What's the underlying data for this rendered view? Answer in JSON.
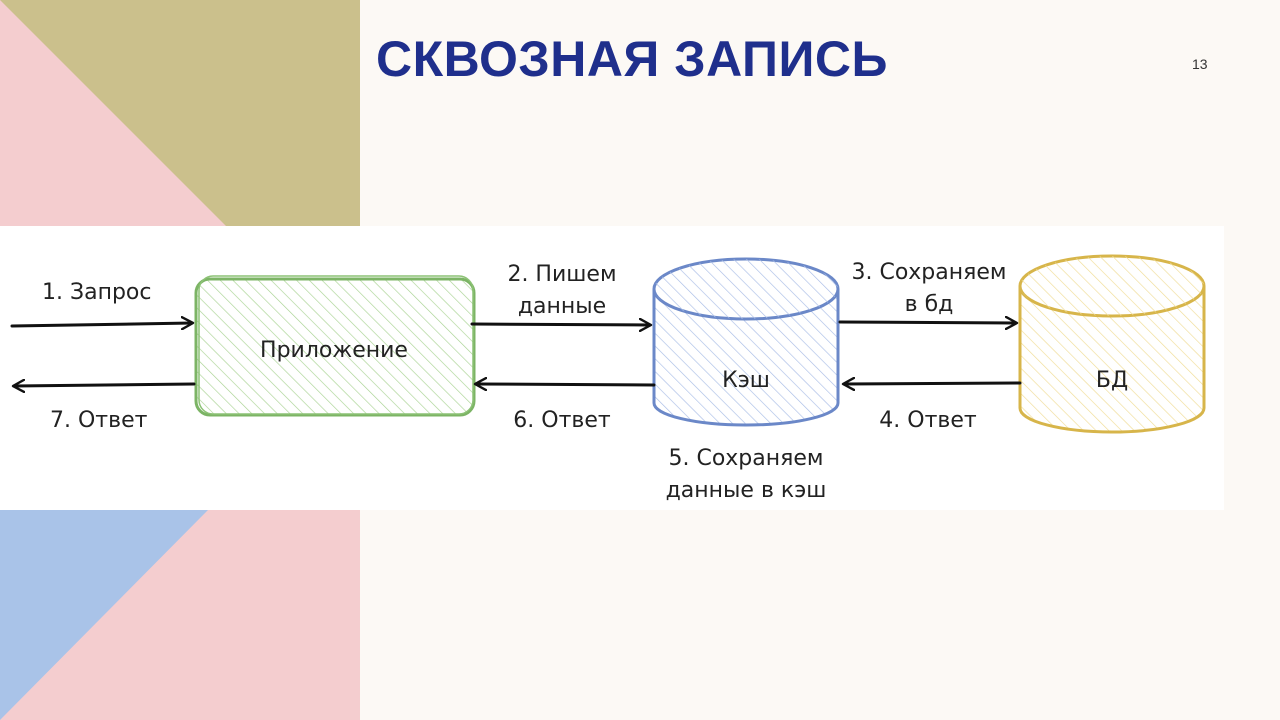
{
  "slide": {
    "title": "СКВОЗНАЯ ЗАПИСЬ",
    "page_number": "13"
  },
  "diagram": {
    "nodes": {
      "app": "Приложение",
      "cache": "Кэш",
      "db": "БД"
    },
    "steps": {
      "request": "1. Запрос",
      "write_line1": "2. Пишем",
      "write_line2": "данные",
      "save_db_line1": "3. Сохраняем",
      "save_db_line2": "в бд",
      "db_response": "4. Ответ",
      "save_cache_line1": "5. Сохраняем",
      "save_cache_line2": "данные в кэш",
      "cache_response": "6. Ответ",
      "app_response": "7. Ответ"
    }
  },
  "colors": {
    "title": "#1f2f8c",
    "app_stroke": "#7cb465",
    "cache_stroke": "#6b88c8",
    "db_stroke": "#d7b54a",
    "deco_pink": "#f4cdcf",
    "deco_olive": "#cbc08c",
    "deco_blue": "#a9c3e8"
  }
}
